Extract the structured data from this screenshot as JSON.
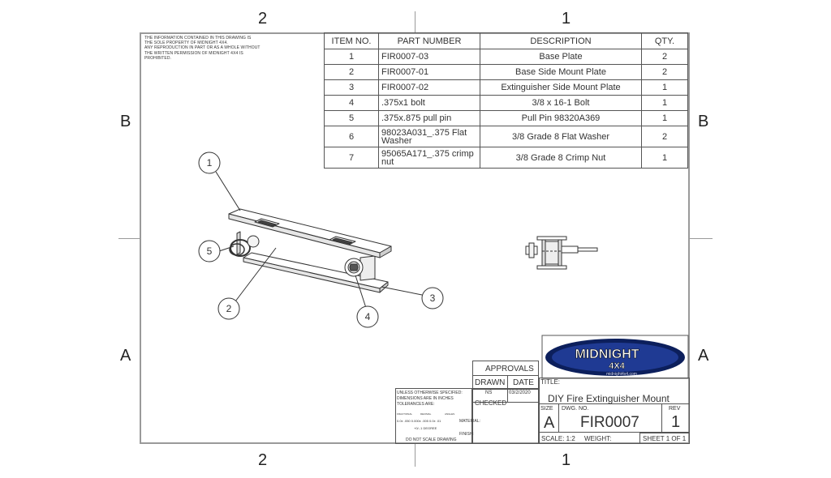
{
  "zones": {
    "top_left": "2",
    "top_right": "1",
    "bottom_left": "2",
    "bottom_right": "1",
    "left_upper": "B",
    "left_lower": "A",
    "right_upper": "B",
    "right_lower": "A"
  },
  "notice": {
    "line1": "THE INFORMATION CONTAINED IN THIS DRAWING IS",
    "line2": "THE SOLE PROPERTY OF MIDNIGHT 4X4.",
    "line3": "ANY REPRODUCTION IN PART OR AS A WHOLE WITHOUT",
    "line4": "THE WRITTEN PERMISSION OF MIDNIGHT 4X4 IS PROHIBITED."
  },
  "bom": {
    "headers": {
      "item": "ITEM NO.",
      "part": "PART NUMBER",
      "desc": "DESCRIPTION",
      "qty": "QTY."
    },
    "rows": [
      {
        "item": "1",
        "part": "FIR0007-03",
        "desc": "Base Plate",
        "qty": "2"
      },
      {
        "item": "2",
        "part": "FIR0007-01",
        "desc": "Base Side Mount Plate",
        "qty": "2"
      },
      {
        "item": "3",
        "part": "FIR0007-02",
        "desc": "Extinguisher Side Mount Plate",
        "qty": "1"
      },
      {
        "item": "4",
        "part": ".375x1 bolt",
        "desc": "3/8 x 16-1 Bolt",
        "qty": "1"
      },
      {
        "item": "5",
        "part": ".375x.875 pull pin",
        "desc": "Pull Pin 98320A369",
        "qty": "1"
      },
      {
        "item": "6",
        "part": "98023A031_.375 Flat Washer",
        "desc": "3/8 Grade 8 Flat Washer",
        "qty": "2"
      },
      {
        "item": "7",
        "part": "95065A171_.375 crimp nut",
        "desc": "3/8 Grade 8 Crimp Nut",
        "qty": "1"
      }
    ]
  },
  "balloons": [
    "1",
    "2",
    "3",
    "4",
    "5"
  ],
  "logo": {
    "brand": "MIDNIGHT",
    "sub": "4X4",
    "url": "midnight4x4.com"
  },
  "title_block": {
    "approvals": "APPROVALS",
    "drawn": "DRAWN",
    "date": "DATE",
    "drawn_by": "NS",
    "drawn_date": "03/2/2020",
    "checked": "CHECKED",
    "title_label": "TITLE:",
    "title": "DIY Fire Extinguisher Mount",
    "size_label": "SIZE",
    "size": "A",
    "dwg_label": "DWG.  NO.",
    "dwg_no": "FIR0007",
    "rev_label": "REV",
    "rev": "1",
    "scale": "SCALE: 1:2",
    "weight": "WEIGHT:",
    "sheet": "SHEET 1 OF 1",
    "tol_line1": "UNLESS OTHERWISE SPECIFIED:",
    "tol_line2": "DIMENSIONS ARE IN INCHES",
    "tol_line3": "TOLERANCES ARE:",
    "tol_frac": "FRACTIONAL",
    "tol_dec": "DECIMAL",
    "tol_ang": "ANGLES",
    "tol_values": "0.0± .050   0.000± .005  0.0± .01",
    "material": "MATERIAL:",
    "angle_tol": "+0/-.1 DEGREE",
    "finish": "FINISH:",
    "no_scale": "DO NOT SCALE DRAWING"
  },
  "colors": {
    "logo_blue": "#1f3a93",
    "logo_dark": "#0c1f5c",
    "frame": "#9a9a9a"
  }
}
